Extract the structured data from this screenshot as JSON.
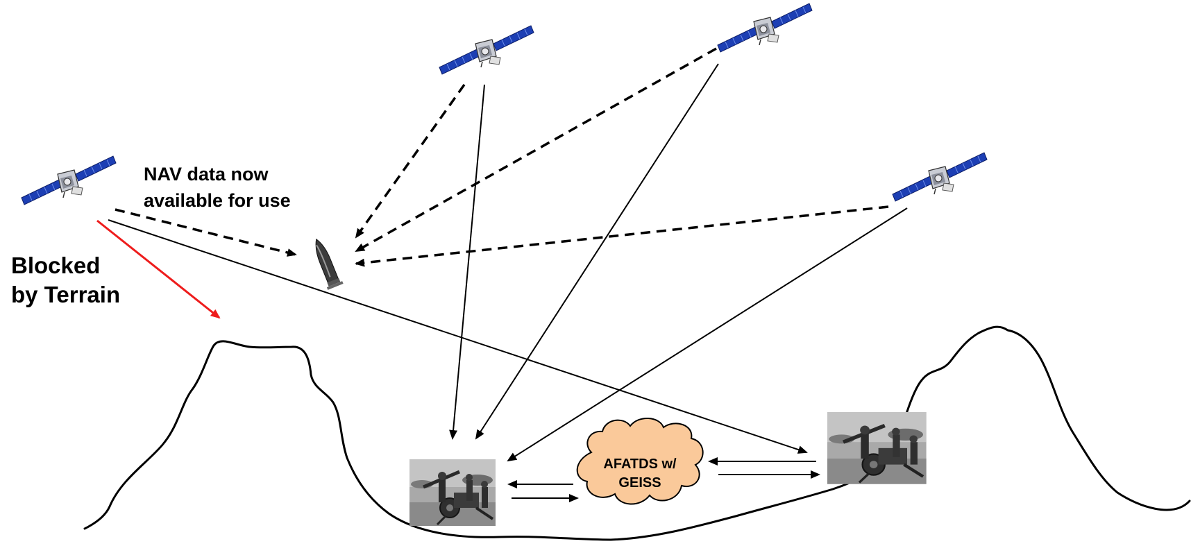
{
  "labels": {
    "nav_line1": "NAV data now",
    "nav_line2": "available for use",
    "blocked_line1": "Blocked",
    "blocked_line2": "by Terrain",
    "cloud_line1": "AFATDS w/",
    "cloud_line2": "GEISS"
  },
  "colors": {
    "blocked_arrow": "#ee1c1c",
    "cloud_fill": "#fac99a",
    "satellite_panel": "#1d3fb4",
    "line": "#000000"
  },
  "icons": {
    "satellite": "satellite-icon",
    "projectile": "munition-icon",
    "howitzer_crew": "howitzer-photo",
    "cloud": "network-cloud"
  }
}
